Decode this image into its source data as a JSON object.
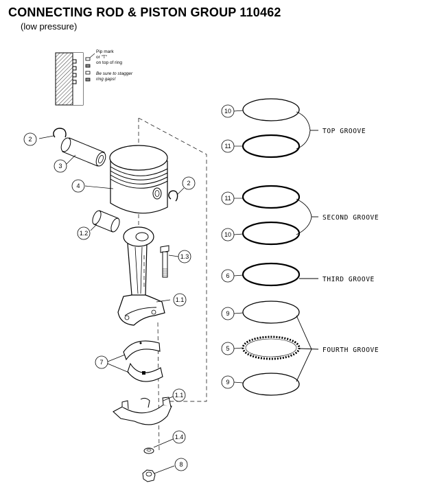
{
  "header": {
    "title": "CONNECTING ROD & PISTON GROUP 110462",
    "subtitle": "(low  pressure)"
  },
  "inset": {
    "note_line1": "Pip mark",
    "note_line2": "or \"T\"",
    "note_line3": "on top of ring",
    "warn_line1": "Be sure to stagger",
    "warn_line2": "ring gaps!"
  },
  "part_numbers": {
    "retainer_left": "2",
    "pin": "3",
    "piston": "4",
    "retainer_right": "2",
    "bushing": "1.2",
    "bolt": "1.3",
    "rod": "1.1",
    "bearings": "7",
    "cap": "1.1",
    "washer": "1.4",
    "nut": "8",
    "ring_top_1": "10",
    "ring_top_2": "11",
    "ring_second_1": "11",
    "ring_second_2": "10",
    "ring_third": "6",
    "ring_fourth_1": "9",
    "ring_fourth_expander": "5",
    "ring_fourth_2": "9"
  },
  "grooves": {
    "top": "TOP GROOVE",
    "second": "SECOND GROOVE",
    "third": "THIRD GROOVE",
    "fourth": "FOURTH GROOVE"
  }
}
